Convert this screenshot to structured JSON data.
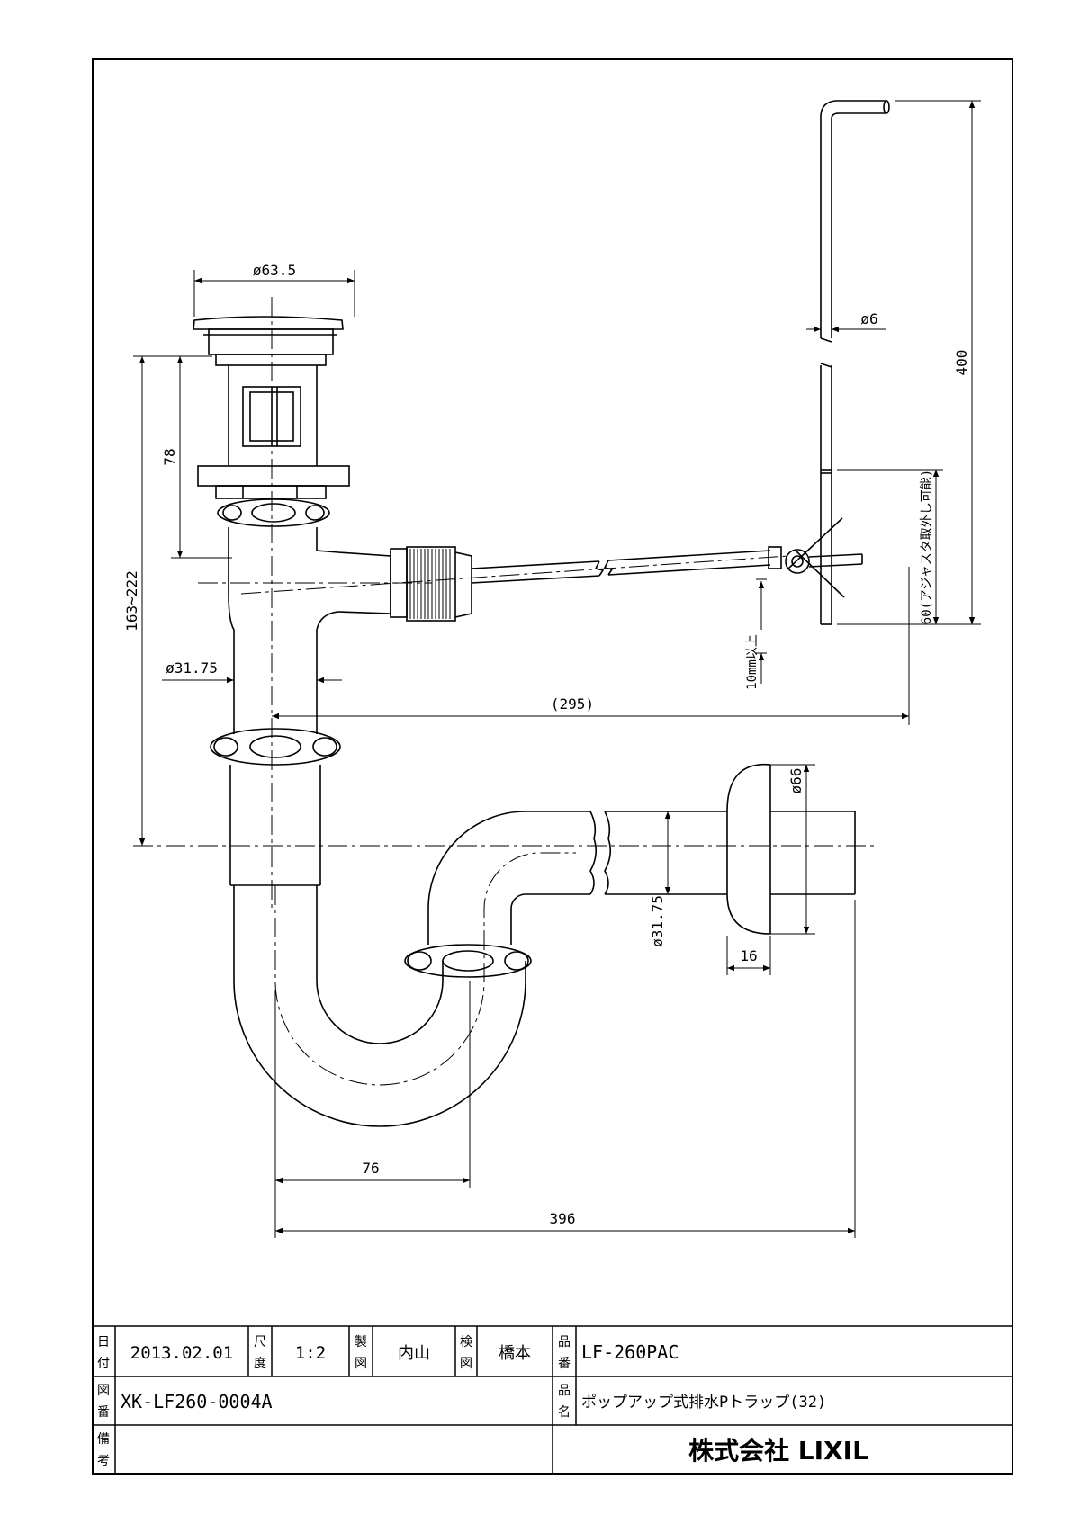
{
  "dimensions": {
    "d_top": "ø63.5",
    "d_6": "ø6",
    "h_400": "400",
    "h_78": "78",
    "h_163_222": "163~222",
    "d_3175_a": "ø31.75",
    "h_60": "60(アジャスタ取外し可能)",
    "h_10": "10mm以上",
    "w_295": "(295)",
    "d_66": "ø66",
    "d_3175_b": "ø31.75",
    "w_16": "16",
    "w_76": "76",
    "w_396": "396"
  },
  "title_block": {
    "date_label_1": "日",
    "date_label_2": "付",
    "date": "2013.02.01",
    "scale_label_1": "尺",
    "scale_label_2": "度",
    "scale": "1:2",
    "drawn_label_1": "製",
    "drawn_label_2": "図",
    "drawn_by": "内山",
    "checked_label_1": "検",
    "checked_label_2": "図",
    "checked_by": "橋本",
    "part_no_label_1": "品",
    "part_no_label_2": "番",
    "part_no": "LF-260PAC",
    "drawing_no_label_1": "図",
    "drawing_no_label_2": "番",
    "drawing_no": "XK-LF260-0004A",
    "part_name_label_1": "品",
    "part_name_label_2": "名",
    "part_name": "ポップアップ式排水Pトラップ(32)",
    "remarks_label_1": "備",
    "remarks_label_2": "考",
    "company": "株式会社 LIXIL"
  }
}
